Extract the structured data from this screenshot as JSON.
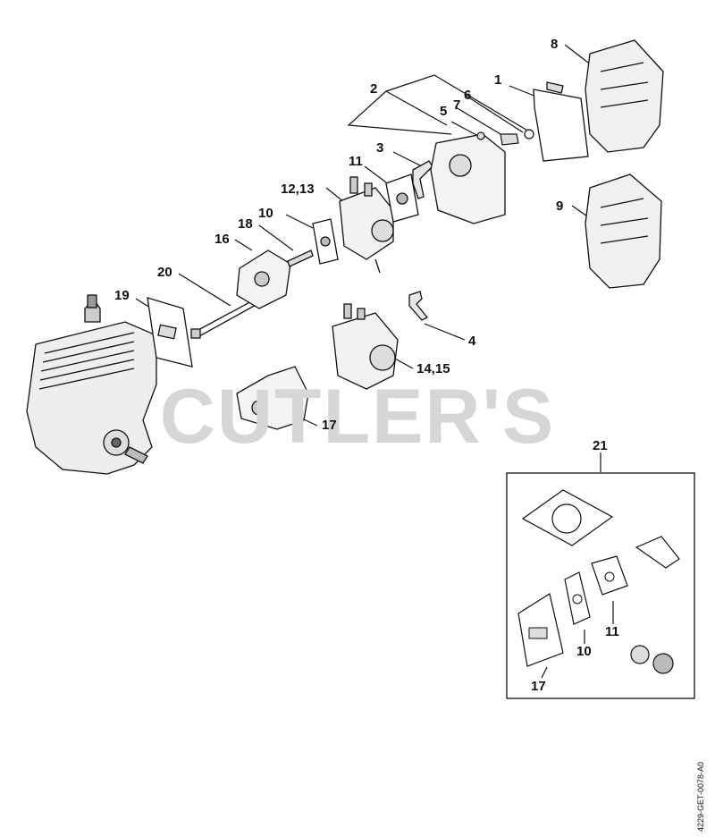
{
  "diagram": {
    "watermark_text": "CUTLER'S",
    "document_id": "4229-GET-0078-A0",
    "callouts": {
      "c1": "1",
      "c2": "2",
      "c3": "3",
      "c4": "4",
      "c5": "5",
      "c6": "6",
      "c7": "7",
      "c8": "8",
      "c9": "9",
      "c10": "10",
      "c11": "11",
      "c12_13": "12,13",
      "c14_15": "14,15",
      "c16": "16",
      "c17": "17",
      "c18": "18",
      "c19": "19",
      "c20": "20",
      "c21": "21",
      "kit10": "10",
      "kit11": "11",
      "kit17": "17"
    }
  }
}
